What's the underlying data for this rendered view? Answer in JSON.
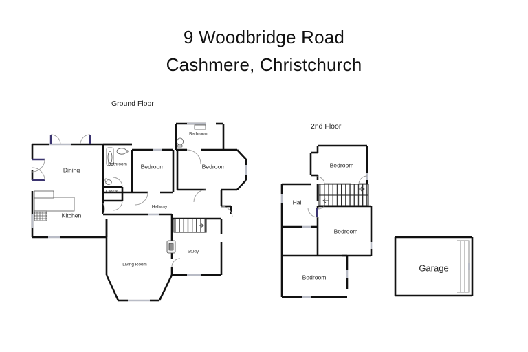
{
  "title": {
    "line1": "9 Woodbridge Road",
    "line2": "Cashmere, Christchurch"
  },
  "plans": {
    "ground": {
      "label": "Ground Floor"
    },
    "second": {
      "label": "2nd Floor"
    },
    "garage": {
      "label": "Garage"
    }
  },
  "rooms": {
    "ground": [
      {
        "name": "Dining",
        "label": "Dining"
      },
      {
        "name": "Kitchen",
        "label": "Kitchen"
      },
      {
        "name": "Bathroom1",
        "label": "Bathroom"
      },
      {
        "name": "Closet",
        "label": "Closet"
      },
      {
        "name": "Bedroom1",
        "label": "Bedroom"
      },
      {
        "name": "Bathroom2",
        "label": "Bathroom"
      },
      {
        "name": "Bedroom2",
        "label": "Bedroom"
      },
      {
        "name": "Hallway",
        "label": "Hallway"
      },
      {
        "name": "LivingRoom",
        "label": "Living Room"
      },
      {
        "name": "Study",
        "label": "Study"
      }
    ],
    "second": [
      {
        "name": "BedroomTop",
        "label": "Bedroom"
      },
      {
        "name": "Hall",
        "label": "Hall"
      },
      {
        "name": "BedroomMiddle",
        "label": "Bedroom"
      },
      {
        "name": "BedroomLower",
        "label": "Bedroom"
      }
    ],
    "garage": [
      {
        "name": "Garage",
        "label": "Garage"
      }
    ]
  },
  "colors": {
    "wall": "#111111",
    "window": "#b9bcc6",
    "door": "#3b3470",
    "text": "#2b2b2b",
    "background": "#ffffff"
  }
}
